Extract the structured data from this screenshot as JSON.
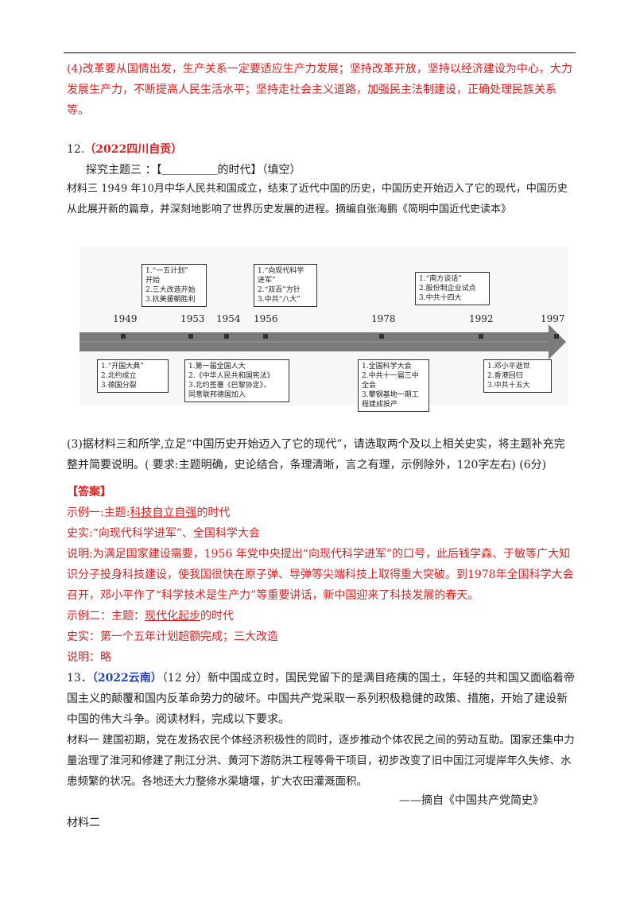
{
  "answer4": "(4)改革要从国情出发，生产关系一定要适应生产力发展；坚持改革开放，坚持以经济建设为中心，大力发展生产力，不断提高人民生活水平；坚持走社会主义道路，加强民主法制建设，正确处理民族关系等。",
  "q12": {
    "number": "12.",
    "source": "（2022四川自贡）",
    "theme": "探究主题三 ：【＿＿＿＿＿的时代】（填空）",
    "material3": "材料三  1949 年10月中华人民共和国成立，结束了近代中国的历史，中国历史开始迈入了它的现代，中国历史从此展开新的篇章，并深刻地影响了世界历史发展的进程。摘编自张海鹏《简明中国近代史读本》",
    "timeline": {
      "years": [
        "1949",
        "1953",
        "1954",
        "1956",
        "1978",
        "1992",
        "1997"
      ],
      "top_boxes": [
        [
          "1.“一五计划”",
          "开始",
          "2.三大改造开始",
          "3.抗美援朝胜利"
        ],
        [
          "1.“向现代科学",
          "进军”",
          "2.“双百”方针",
          "3.中共“八大”"
        ],
        [
          "1.“南方谈话”",
          "2.股份制企业试点",
          "3.中共十四大"
        ]
      ],
      "bottom_boxes": [
        [
          "1.“开国大典”",
          "2.北约成立",
          "3.德国分裂"
        ],
        [
          "1.第一届全国人大",
          "2.《中华人民共和国宪法》",
          "3.北约签署《巴黎协定》，",
          "同意联邦德国加入"
        ],
        [
          "1.全国科学大会",
          "2.中共十一届三中",
          "全会",
          "3.攀钢基地一期工",
          "程建成投产"
        ],
        [
          "1.邓小平逝世",
          "2.香港回归",
          "3.中共十五大"
        ]
      ]
    },
    "question3": "(3)据材料三和所学,立足“中国历史开始迈入了它的现代”，请选取两个及以上相关史实，将主题补充完整并简要说明。( 要求:主题明确，史论结合，条理清晰，言之有理，示例除外，120字左右) (6分)"
  },
  "answer": {
    "label": "【答案】",
    "ex1_prefix": "示例一:主题:",
    "ex1_theme": "科技自立自强",
    "ex1_suffix": "的时代",
    "ex1_facts": "史实:“向现代科学进军”、全国科学大会",
    "ex1_expl": "说明:为满足国家建设需要，1956 年党中央提出“向现代科学进军”的口号，此后钱学森、于敏等广大知识分子投身科技建设，使我国很快在原子弹、导弹等尖端科技上取得重大突破。到1978年全国科学大会召开，邓小平作了“科学技术是生产力”等重要讲话，新中国迎来了科技发展的春天。",
    "ex2_prefix": "示例二：主题：",
    "ex2_theme": "现代化起步",
    "ex2_suffix": "的时代",
    "ex2_facts": "史实：第一个五年计划超额完成；三大改造",
    "ex2_expl": "说明：略"
  },
  "q13": {
    "number": "13．",
    "source": "（2022云南）",
    "stem": "（12 分）新中国成立时，国民党留下的是满目疮痍的国土，年轻的共和国又面临着帝国主义的颠覆和国内反革命势力的破坏。中国共产党采取一系列积极稳健的政策、措施，开始了建设新中国的伟大斗争。阅读材料，完成以下要求。",
    "material1": "材料一   建国初期，党在发扬农民个体经济积极性的同时，逐步推动个体农民之间的劳动互助。国家还集中力量治理了淮河和修建了荆江分洪、黄河下游防洪工程等骨干项目，初步改变了旧中国江河堤岸年久失修、水患频繁的状况。各地还大力整修水渠塘堰，扩大农田灌溉面积。",
    "material1_source": "——摘自《中国共产党简史》",
    "material2": "材料二"
  },
  "colors": {
    "answer": "#e02020",
    "source": "#1f3fc2",
    "arrow": "#6b6b6b"
  }
}
